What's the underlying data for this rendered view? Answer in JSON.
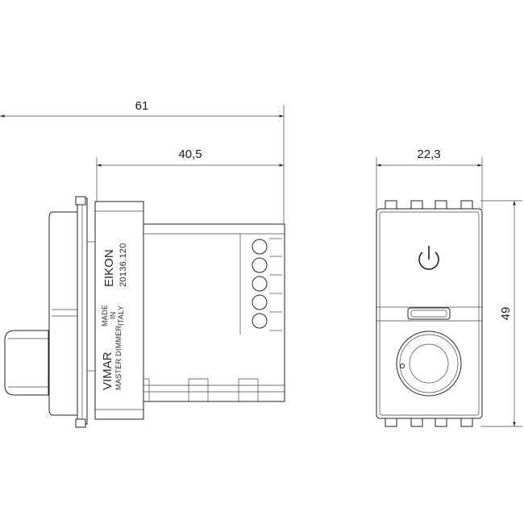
{
  "dimensions": {
    "overall_depth": "61",
    "body_depth": "40,5",
    "front_width": "22,3",
    "front_height": "49"
  },
  "side_label": {
    "brand": "VIMAR",
    "product_line": "EIKON",
    "product_name": "MASTER DIMMER",
    "origin_line1": "MADE",
    "origin_line2": "IN",
    "origin_line3": "ITALY",
    "code": "20136.120"
  },
  "icons": {
    "power": "power-icon",
    "rotary_knob": "rotary-knob-icon"
  },
  "colors": {
    "line": "#222222",
    "background": "#ffffff"
  }
}
